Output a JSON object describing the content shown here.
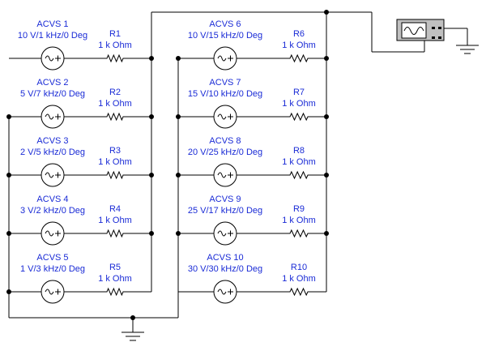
{
  "circuit": {
    "left_column": [
      {
        "source": {
          "name": "ACVS 1",
          "spec": "10 V/1 kHz/0 Deg"
        },
        "resistor": {
          "name": "R1",
          "value": "1 k Ohm"
        }
      },
      {
        "source": {
          "name": "ACVS 2",
          "spec": "5 V/7 kHz/0 Deg"
        },
        "resistor": {
          "name": "R2",
          "value": "1 k Ohm"
        }
      },
      {
        "source": {
          "name": "ACVS 3",
          "spec": "2 V/5 kHz/0 Deg"
        },
        "resistor": {
          "name": "R3",
          "value": "1 k Ohm"
        }
      },
      {
        "source": {
          "name": "ACVS 4",
          "spec": "3 V/2 kHz/0 Deg"
        },
        "resistor": {
          "name": "R4",
          "value": "1 k Ohm"
        }
      },
      {
        "source": {
          "name": "ACVS 5",
          "spec": "1 V/3 kHz/0 Deg"
        },
        "resistor": {
          "name": "R5",
          "value": "1 k Ohm"
        }
      }
    ],
    "right_column": [
      {
        "source": {
          "name": "ACVS 6",
          "spec": "10 V/15 kHz/0 Deg"
        },
        "resistor": {
          "name": "R6",
          "value": "1 k Ohm"
        }
      },
      {
        "source": {
          "name": "ACVS 7",
          "spec": "15 V/10 kHz/0 Deg"
        },
        "resistor": {
          "name": "R7",
          "value": "1 k Ohm"
        }
      },
      {
        "source": {
          "name": "ACVS 8",
          "spec": "20 V/25 kHz/0 Deg"
        },
        "resistor": {
          "name": "R8",
          "value": "1 k Ohm"
        }
      },
      {
        "source": {
          "name": "ACVS 9",
          "spec": "25 V/17 kHz/0 Deg"
        },
        "resistor": {
          "name": "R9",
          "value": "1 k Ohm"
        }
      },
      {
        "source": {
          "name": "ACVS 10",
          "spec": "30 V/30 kHz/0 Deg"
        },
        "resistor": {
          "name": "R10",
          "value": "1 k Ohm"
        }
      }
    ],
    "colors": {
      "label": "#1a2bd6",
      "wire": "#000000",
      "scope_body": "#c0c0c0",
      "scope_screen": "#ffffff"
    },
    "icons": {
      "source": "ac-voltage-source-icon",
      "resistor": "resistor-icon",
      "ground": "ground-icon",
      "instrument": "oscilloscope-icon"
    }
  }
}
